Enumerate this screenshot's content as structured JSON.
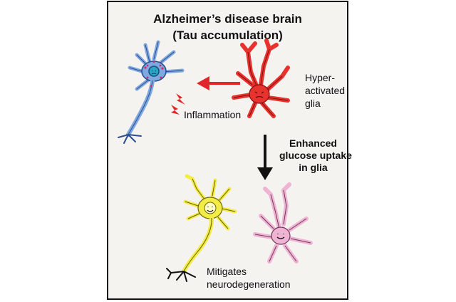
{
  "title_line1": "Alzheimer’s disease brain",
  "title_line2": "(Tau accumulation)",
  "labels": {
    "inflammation": "Inflammation",
    "hyper_line1": "Hyper-",
    "hyper_line2": "activated",
    "hyper_line3": "glia",
    "uptake_line1": "Enhanced",
    "uptake_line2": "glucose uptake",
    "uptake_line3": "in glia",
    "mitigates_line1": "Mitigates",
    "mitigates_line2": "neurodegeneration"
  },
  "colors": {
    "background": "#f5f3ef",
    "diseased_neuron": "#7fa8e0",
    "activated_glia": "#e8322e",
    "healthy_neuron": "#f3ec45",
    "healthy_glia": "#efb3d4",
    "tau": "#d7286f",
    "arrow_red": "#e0262b",
    "arrow_black": "#111111"
  }
}
